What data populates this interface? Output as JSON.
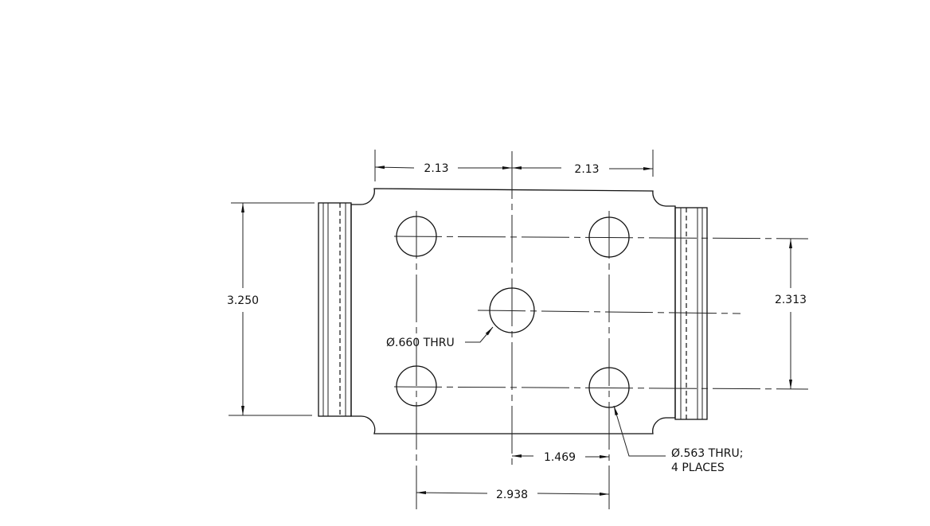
{
  "drawing": {
    "dimensions": {
      "top_left": "2.13",
      "top_right": "2.13",
      "left_height": "3.250",
      "right_spacing": "2.313",
      "center_offset": "1.469",
      "bottom_spacing": "2.938"
    },
    "callouts": {
      "center_hole": "Ø.660 THRU",
      "corner_holes_line1": "Ø.563 THRU;",
      "corner_holes_line2": "4 PLACES"
    }
  }
}
